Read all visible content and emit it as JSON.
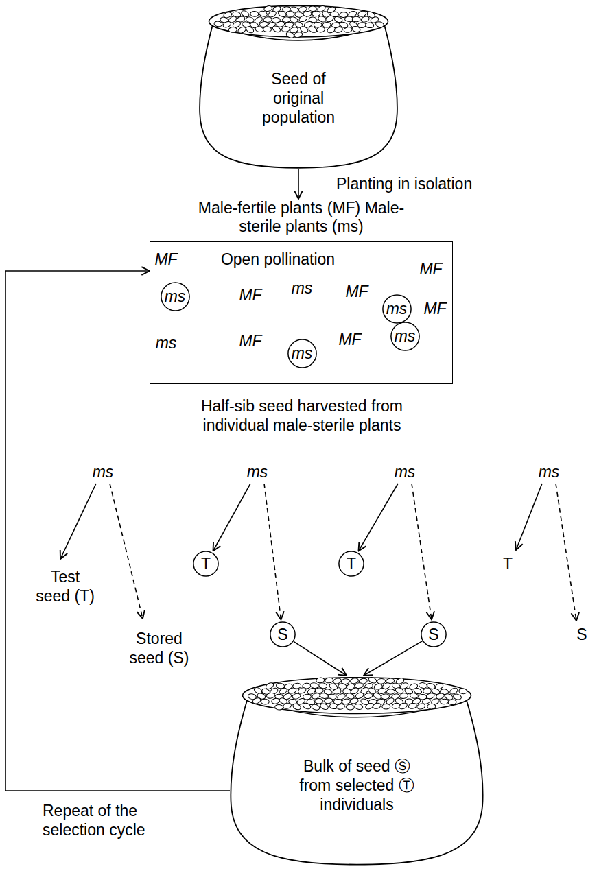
{
  "diagram": {
    "nodes": [
      {
        "text": [
          "Seed of original population"
        ]
      },
      {
        "text": [
          "Male-fertile plants (MF) Male-sterile plants (ms)",
          "MF",
          "Open pollination",
          "MF",
          "MF",
          "ms",
          "MF",
          "MF",
          "ms",
          "MF",
          "MF"
        ]
      },
      {
        "text": [
          "ms"
        ],
        "in": 1
      },
      {
        "text": [
          "ms"
        ],
        "in": 1
      },
      {
        "text": [
          "ms"
        ],
        "in": 1
      },
      {
        "text": [
          "ms"
        ],
        "in": 1
      },
      {
        "text": [
          "T"
        ]
      },
      {
        "text": [
          "T"
        ]
      },
      {
        "text": [
          "S"
        ]
      },
      {
        "text": [
          "S"
        ]
      },
      {
        "text": [
          "Bulk of seed Ⓢ from selected Ⓣ individuals"
        ]
      }
    ],
    "edges": [
      {
        "from": 0,
        "to": 1,
        "arrow": "to",
        "label": "Planting in isolation"
      },
      {
        "from": 8,
        "to": 10,
        "arrow": "to"
      },
      {
        "from": 9,
        "to": 10,
        "arrow": "to"
      },
      {
        "from": 10,
        "to": 1,
        "arrow": "to",
        "label": "Repeat of the selection cycle"
      }
    ],
    "labels": [
      "Half-sib seed harvested from individual male-sterile plants",
      "ms",
      "ms",
      "ms",
      "ms",
      "Test seed (T)",
      "T",
      "Stored seed (S)",
      "S"
    ]
  }
}
